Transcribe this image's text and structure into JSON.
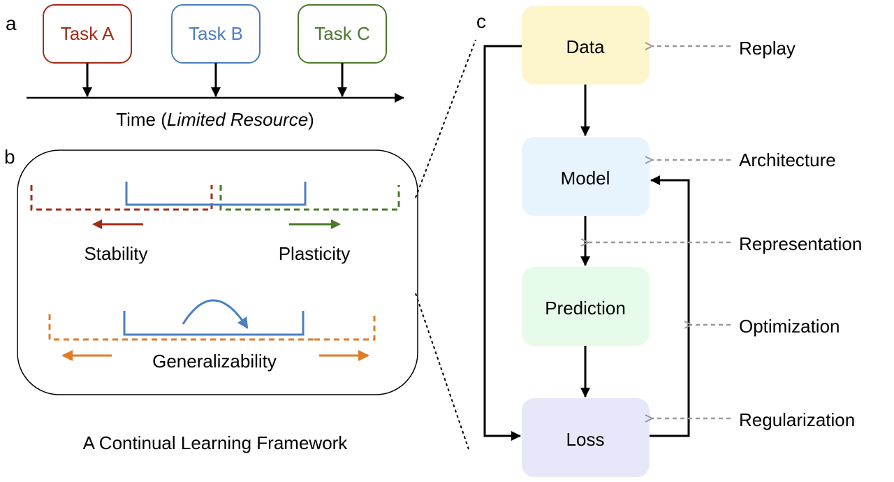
{
  "panel_a": {
    "label": "a",
    "tasks": [
      {
        "label": "Task A",
        "color": "#a52a14"
      },
      {
        "label": "Task B",
        "color": "#4a7fc1"
      },
      {
        "label": "Task C",
        "color": "#4a7a2a"
      }
    ],
    "axis_label_prefix": "Time (",
    "axis_label_italic": "Limited Resource",
    "axis_label_suffix": ")"
  },
  "panel_b": {
    "label": "b",
    "stability": {
      "label": "Stability",
      "color": "#a52a14"
    },
    "plasticity": {
      "label": "Plasticity",
      "color": "#4a7a2a"
    },
    "generalizability": {
      "label": "Generalizability",
      "color": "#e07b28"
    },
    "solution_color": "#4a7fc1",
    "caption": "A Continual Learning Framework"
  },
  "panel_c": {
    "label": "c",
    "nodes": [
      {
        "label": "Data",
        "fill": "#fdf5cc"
      },
      {
        "label": "Model",
        "fill": "#e8f4fd"
      },
      {
        "label": "Prediction",
        "fill": "#e6fbea"
      },
      {
        "label": "Loss",
        "fill": "#e6e8fa"
      }
    ],
    "methods": [
      {
        "label": "Replay"
      },
      {
        "label": "Architecture"
      },
      {
        "label": "Representation"
      },
      {
        "label": "Optimization"
      },
      {
        "label": "Regularization"
      }
    ]
  }
}
